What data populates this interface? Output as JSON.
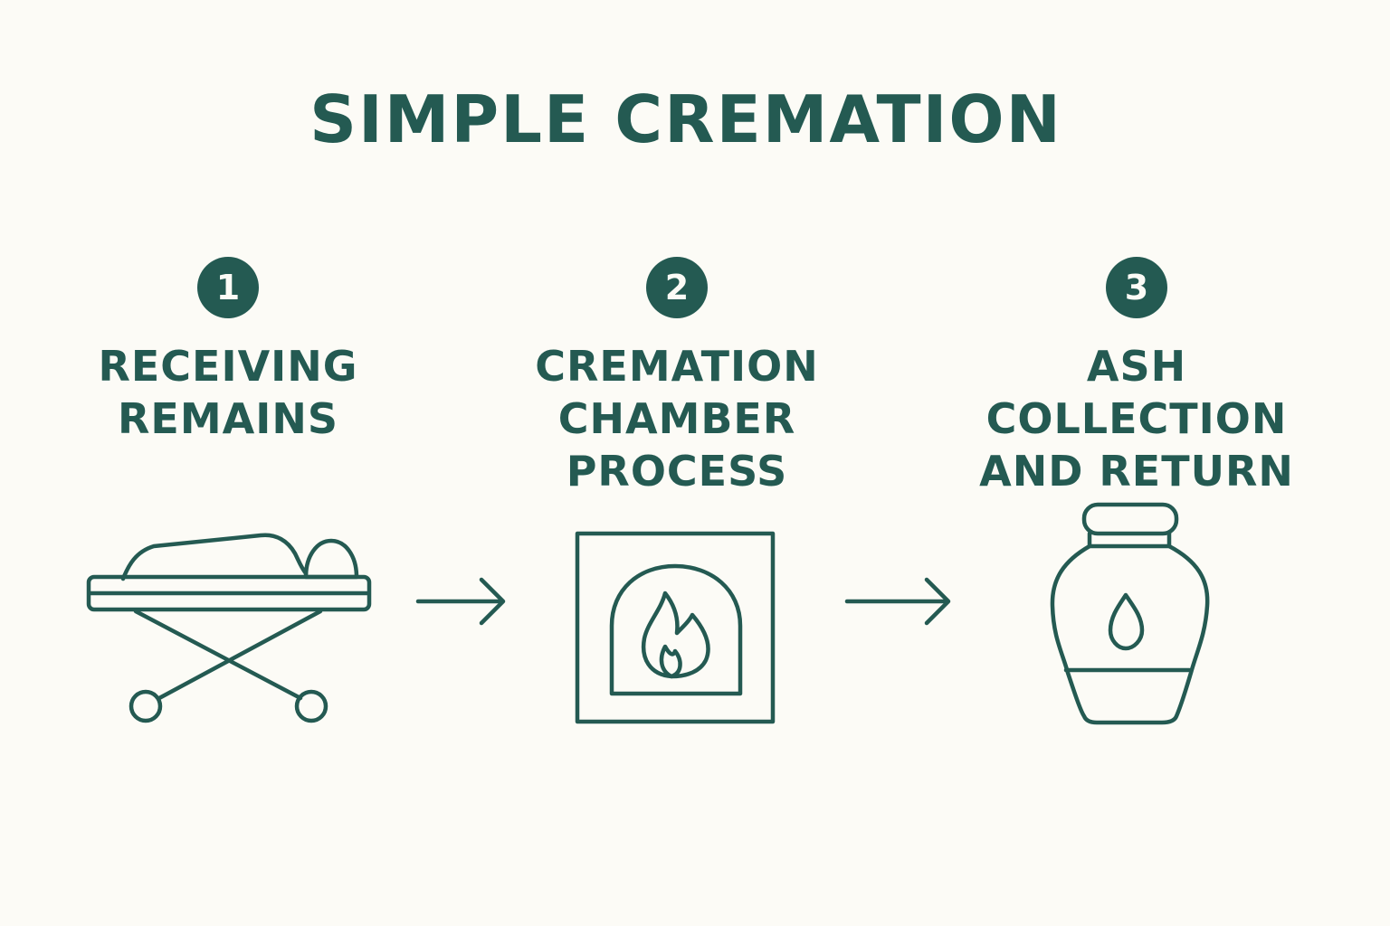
{
  "title": "SIMPLE CREMATION",
  "colors": {
    "background": "#fcfbf6",
    "accent": "#245a52",
    "badge_text": "#fcfbf6"
  },
  "steps": [
    {
      "number": "1",
      "label_lines": [
        "RECEIVING",
        "REMAINS"
      ],
      "icon": "stretcher-icon"
    },
    {
      "number": "2",
      "label_lines": [
        "CREMATION",
        "CHAMBER",
        "PROCESS"
      ],
      "icon": "cremation-chamber-icon"
    },
    {
      "number": "3",
      "label_lines": [
        "ASH COLLECTION",
        "AND RETURN"
      ],
      "icon": "urn-icon"
    }
  ],
  "connectors": [
    "right-arrow-icon",
    "right-arrow-icon"
  ]
}
